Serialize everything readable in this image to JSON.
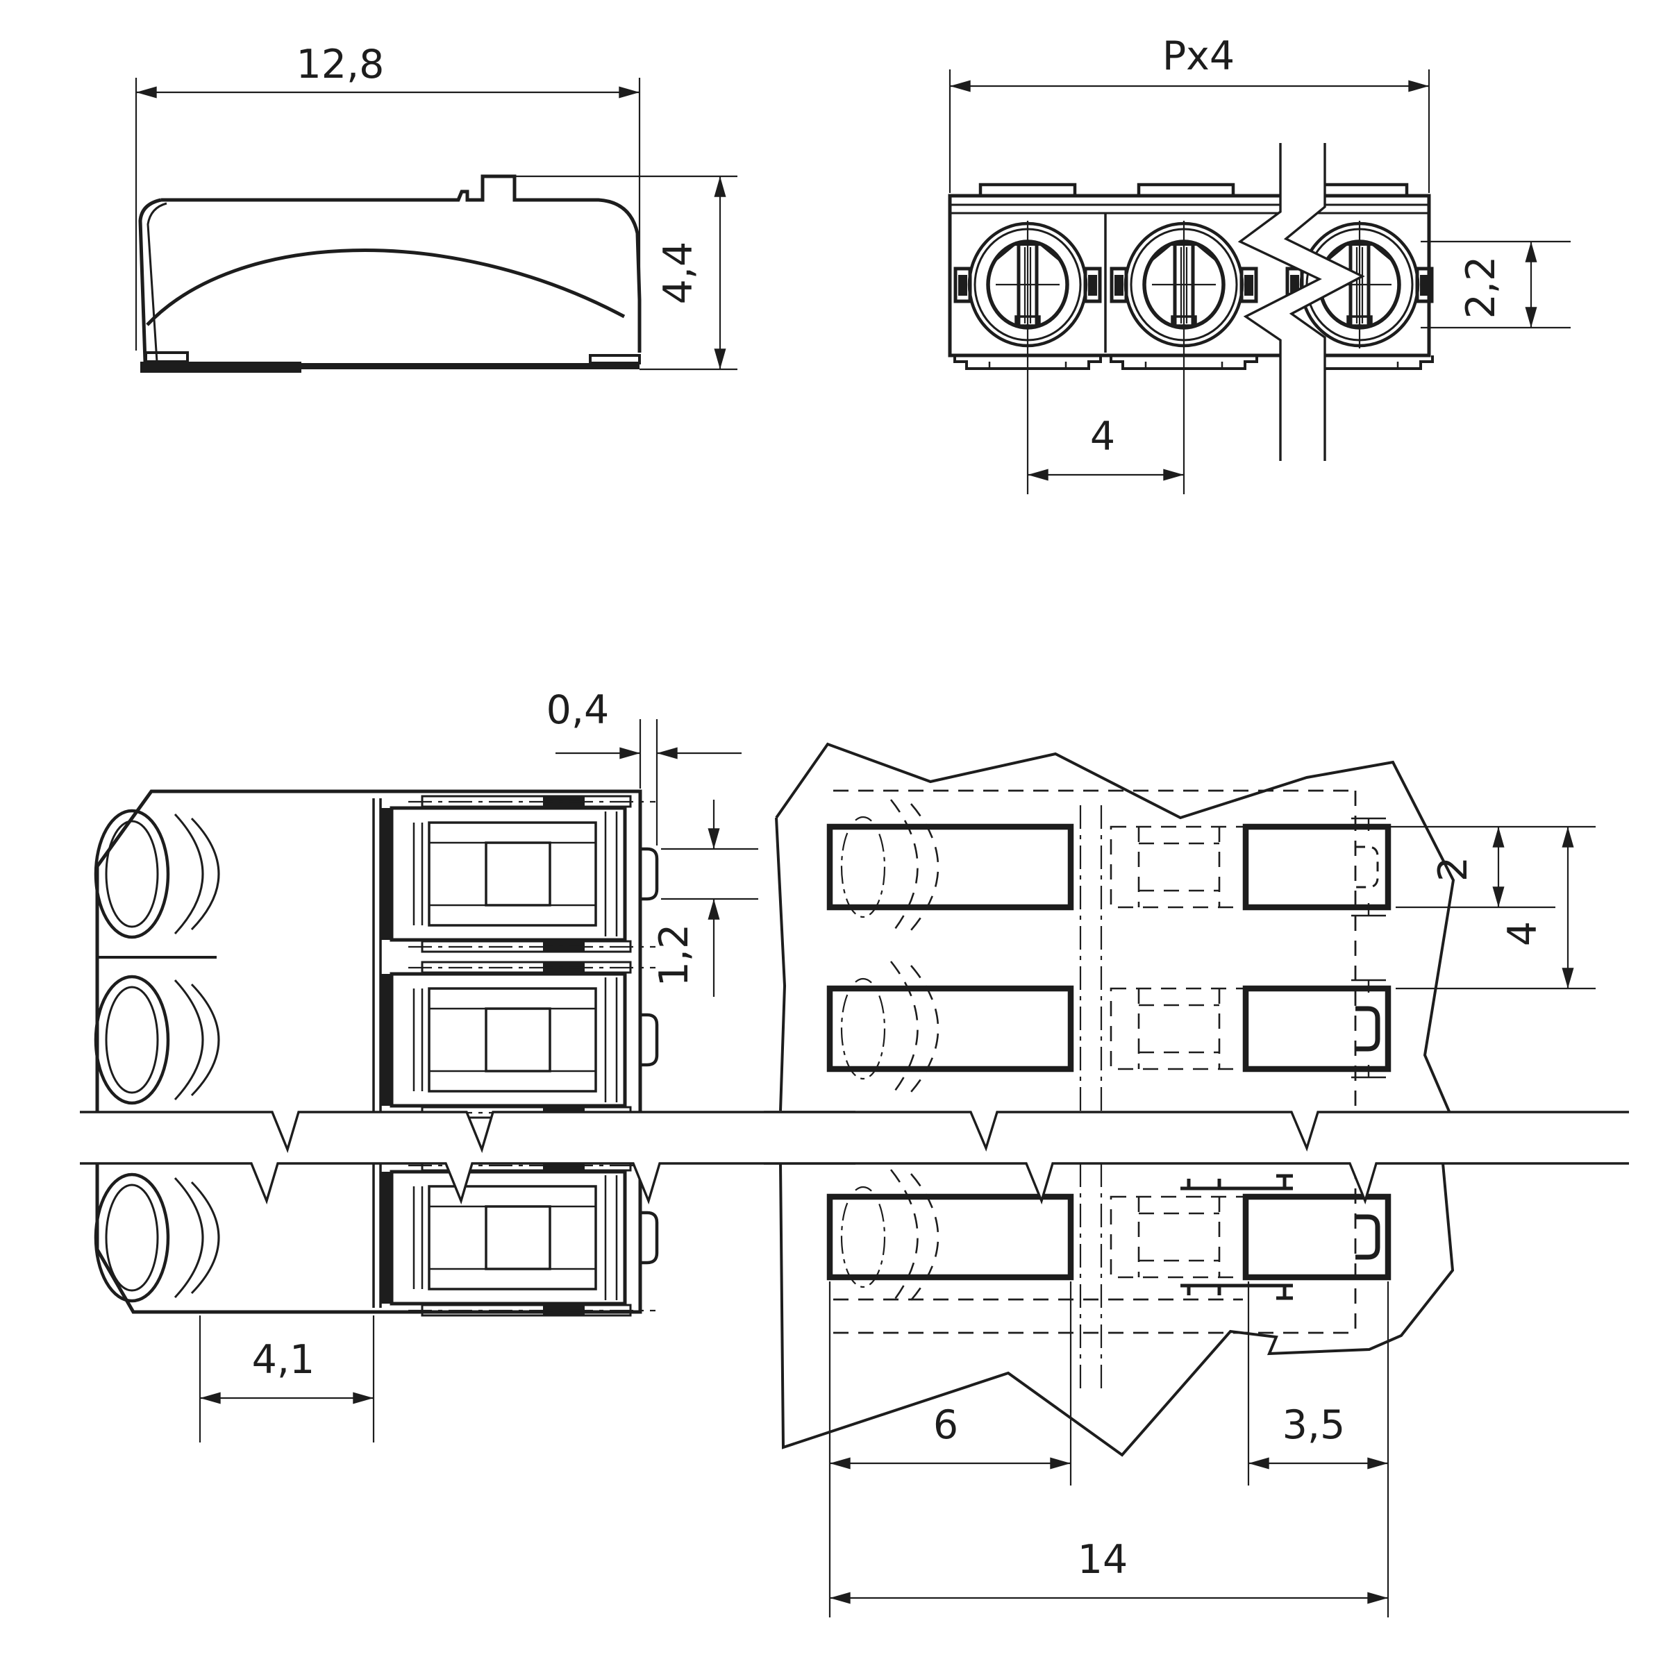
{
  "drawing": {
    "background_color": "#ffffff",
    "line_color": "#1d1d1d",
    "views": {
      "side": {
        "dim_width": "12,8",
        "dim_height": "4,4"
      },
      "top": {
        "dim_total_width": "Px4",
        "dim_opening_height": "2,2",
        "dim_pitch": "4"
      },
      "bottom": {
        "dim_tab_protrusion": "0,4",
        "dim_tab_width": "1,2",
        "dim_entry_depth": "4,1"
      },
      "land_pattern": {
        "dim_pad_height": "2",
        "dim_row_pitch": "4",
        "dim_left_pad_width": "6",
        "dim_right_pad_width": "3,5",
        "dim_total_span": "14"
      }
    }
  }
}
